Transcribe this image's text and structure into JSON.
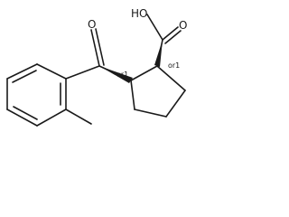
{
  "molecule": {
    "labels": {
      "hydroxyl": "HO",
      "acid_oxygen": "O",
      "ketone_oxygen": "O",
      "stereo_1": "or1",
      "stereo_2": "or1"
    }
  }
}
